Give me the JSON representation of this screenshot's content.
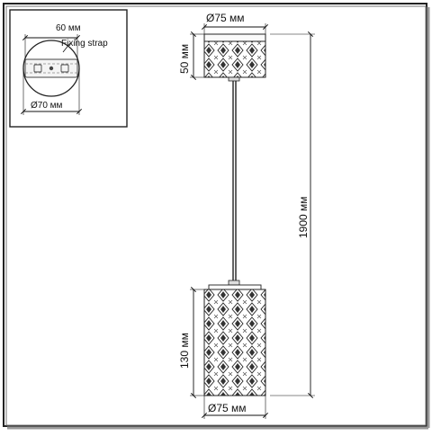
{
  "inset": {
    "width_label": "60 мм",
    "strap_label": "Fixing strap",
    "diameter_label": "Ø70 мм"
  },
  "canopy": {
    "diameter_label": "Ø75 мм",
    "height_label": "50 мм"
  },
  "cord": {
    "length_label": "1900 мм"
  },
  "shade": {
    "height_label": "130 мм",
    "diameter_label": "Ø75 мм"
  }
}
